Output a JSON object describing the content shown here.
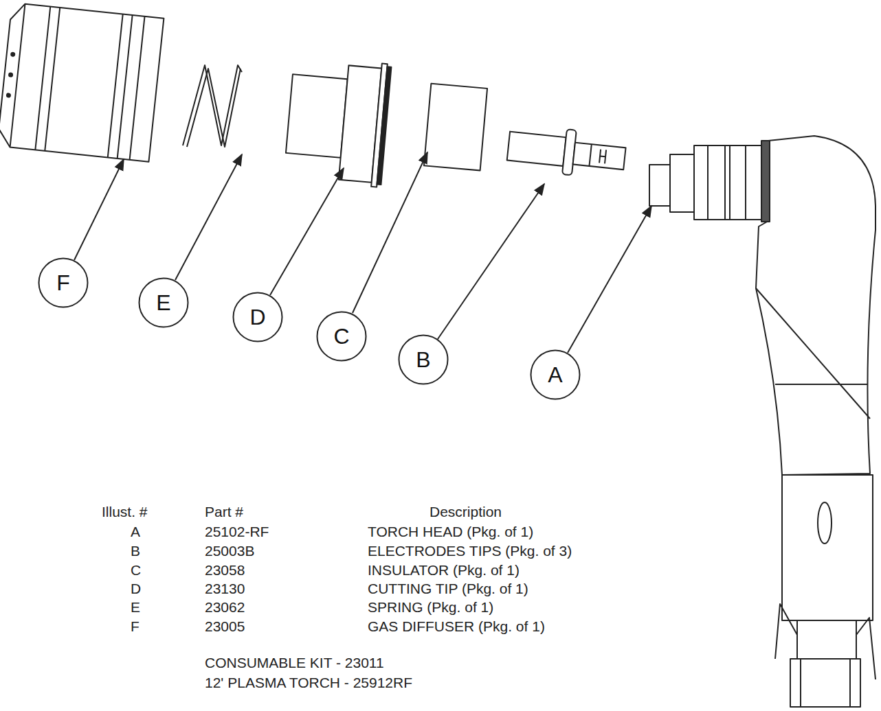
{
  "diagram": {
    "nodes": [
      {
        "text": [
          "F"
        ]
      },
      {
        "text": [
          "E"
        ]
      },
      {
        "text": [
          "D"
        ]
      },
      {
        "text": [
          "C"
        ]
      },
      {
        "text": [
          "B"
        ]
      },
      {
        "text": [
          "A"
        ]
      }
    ],
    "labels": [
      "Illust. #",
      "Part #",
      "Description",
      "A",
      "25102-RF",
      "TORCH HEAD (Pkg. of 1)",
      "B",
      "25003B",
      "ELECTRODES TIPS (Pkg. of 3)",
      "C",
      "23058",
      "INSULATOR (Pkg. of 1)",
      "D",
      "23130",
      "CUTTING TIP (Pkg. of 1)",
      "E",
      "23062",
      "SPRING (Pkg. of 1)",
      "F",
      "23005",
      "GAS DIFFUSER (Pkg. of 1)",
      "CONSUMABLE KIT - 23011",
      "12' PLASMA TORCH - 25912RF"
    ]
  }
}
